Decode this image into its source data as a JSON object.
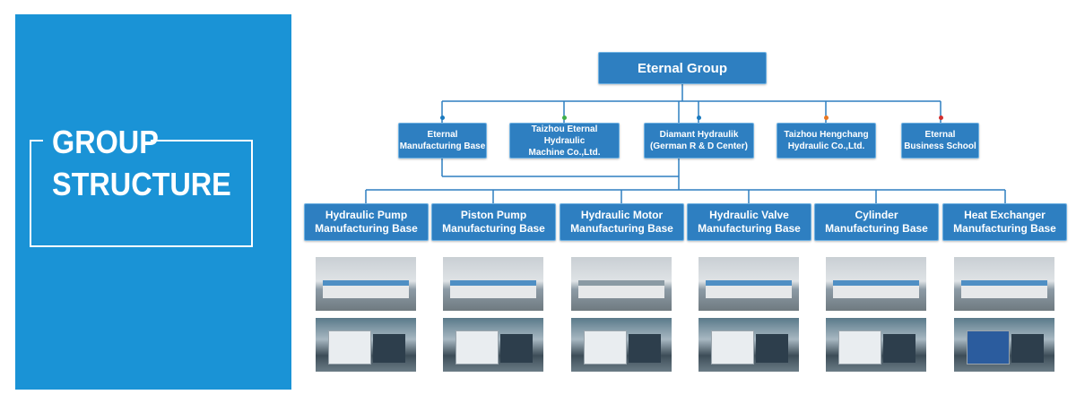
{
  "left_panel": {
    "title_line_1": "GROUP",
    "title_line_2": "STRUCTURE",
    "background_color": "#1a93d6"
  },
  "org": {
    "root": "Eternal Group",
    "level2": [
      {
        "label": "Eternal\nManufacturing Base",
        "dot_color": "#1a7abf"
      },
      {
        "label": "Taizhou Eternal Hydraulic\nMachine Co.,Ltd.",
        "dot_color": "#3fae49"
      },
      {
        "label": "Diamant Hydraulik\n(German R & D Center)",
        "dot_color": "#1a7abf"
      },
      {
        "label": "Taizhou Hengchang\nHydraulic Co.,Ltd.",
        "dot_color": "#e87722"
      },
      {
        "label": "Eternal\nBusiness School",
        "dot_color": "#d32f2f"
      }
    ],
    "level3": [
      {
        "label": "Hydraulic Pump\nManufacturing Base"
      },
      {
        "label": "Piston Pump\nManufacturing Base"
      },
      {
        "label": "Hydraulic Motor\nManufacturing Base"
      },
      {
        "label": "Hydraulic Valve\nManufacturing Base"
      },
      {
        "label": "Cylinder\nManufacturing Base"
      },
      {
        "label": "Heat Exchanger\nManufacturing Base"
      }
    ],
    "node_color": "#2e7fc1",
    "line_color": "#2e7fc1"
  }
}
